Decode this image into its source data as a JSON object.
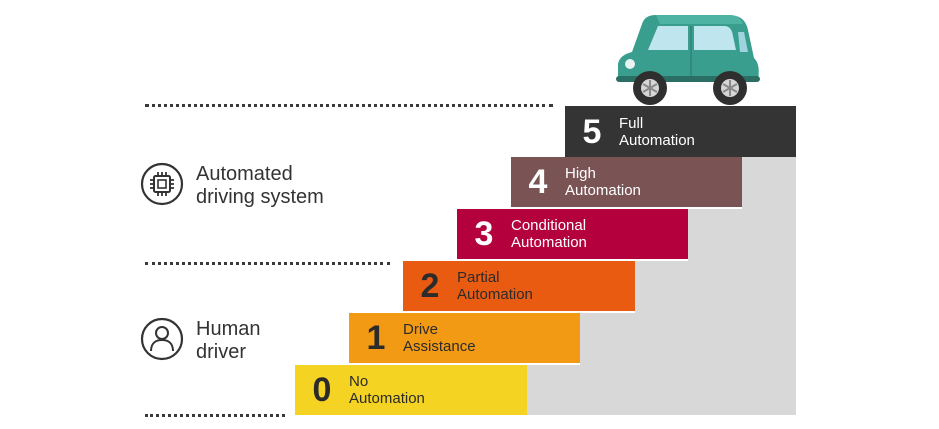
{
  "colors": {
    "level_0": "#f5d322",
    "level_1": "#f39a14",
    "level_2": "#ea5b12",
    "level_3": "#b5003e",
    "level_4": "#7a5454",
    "level_5": "#343434",
    "stair_shadow": "#d8d8d8",
    "car_body": "#3a9e8e"
  },
  "levels": [
    {
      "number": "0",
      "line1": "No",
      "line2": "Automation"
    },
    {
      "number": "1",
      "line1": "Drive",
      "line2": "Assistance"
    },
    {
      "number": "2",
      "line1": "Partial",
      "line2": "Automation"
    },
    {
      "number": "3",
      "line1": "Conditional",
      "line2": "Automation"
    },
    {
      "number": "4",
      "line1": "High",
      "line2": "Automation"
    },
    {
      "number": "5",
      "line1": "Full",
      "line2": "Automation"
    }
  ],
  "groups": {
    "automated": {
      "line1": "Automated",
      "line2": "driving system",
      "icon": "chip-icon"
    },
    "human": {
      "line1": "Human",
      "line2": "driver",
      "icon": "person-icon"
    }
  },
  "illustration": {
    "icon": "car-icon"
  }
}
